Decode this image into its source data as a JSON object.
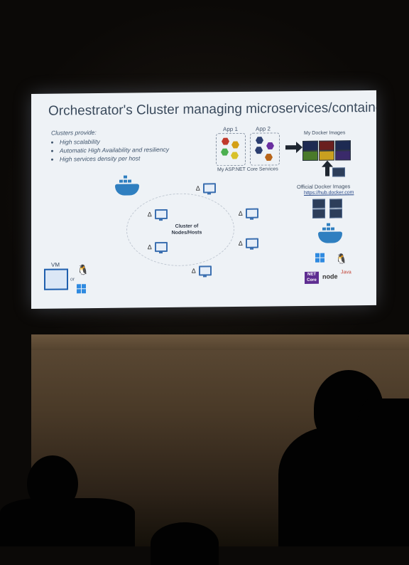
{
  "slide": {
    "title": "Orchestrator's Cluster managing microservices/containers",
    "clusters_heading": "Clusters provide:",
    "bullets": [
      "High scalability",
      "Automatic High Availability and resiliency",
      "High services density per host"
    ],
    "app1_label": "App 1",
    "app2_label": "App 2",
    "services_caption": "My ASP.NET Core Services",
    "my_images_label": "My Docker Images",
    "official_images_label": "Official Docker Images",
    "hub_url": "https://hub.docker.com",
    "cluster_label_line1": "Cluster of",
    "cluster_label_line2": "Nodes/Hosts",
    "vm_label": "VM",
    "or_label": "or",
    "net_logo_text": "NET Core",
    "node_logo_text": "node",
    "java_logo_text": "Java"
  },
  "colors": {
    "slide_background": "#eef2f6",
    "title_text": "#3a4a5c",
    "node_blue": "#3b6fb0",
    "docker_blue": "#2f7fc0",
    "app1_hexes": [
      "#c0392b",
      "#d4a017",
      "#4caf50",
      "#d8c12a"
    ],
    "app2_hexes": [
      "#2c3e70",
      "#6a2fa0",
      "#2c3e70",
      "#b8651a"
    ]
  },
  "icons": [
    "docker-whale-icon",
    "monitor-node-icon",
    "linux-tux-icon",
    "windows-logo-icon",
    "vm-cube-icon"
  ]
}
